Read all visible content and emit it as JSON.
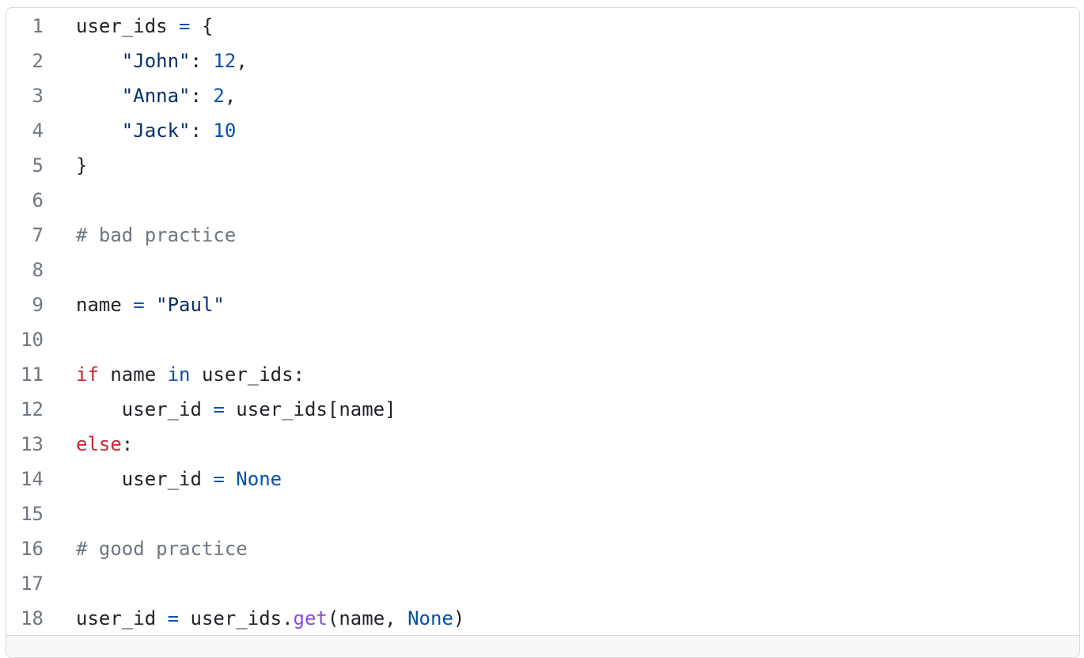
{
  "code": {
    "language": "python",
    "lines": [
      {
        "n": "1",
        "tokens": [
          [
            "plain",
            "user_ids "
          ],
          [
            "op",
            "="
          ],
          [
            "plain",
            " {"
          ]
        ]
      },
      {
        "n": "2",
        "tokens": [
          [
            "plain",
            "    "
          ],
          [
            "str",
            "\"John\""
          ],
          [
            "plain",
            ": "
          ],
          [
            "num",
            "12"
          ],
          [
            "plain",
            ","
          ]
        ]
      },
      {
        "n": "3",
        "tokens": [
          [
            "plain",
            "    "
          ],
          [
            "str",
            "\"Anna\""
          ],
          [
            "plain",
            ": "
          ],
          [
            "num",
            "2"
          ],
          [
            "plain",
            ","
          ]
        ]
      },
      {
        "n": "4",
        "tokens": [
          [
            "plain",
            "    "
          ],
          [
            "str",
            "\"Jack\""
          ],
          [
            "plain",
            ": "
          ],
          [
            "num",
            "10"
          ]
        ]
      },
      {
        "n": "5",
        "tokens": [
          [
            "plain",
            "}"
          ]
        ]
      },
      {
        "n": "6",
        "tokens": []
      },
      {
        "n": "7",
        "tokens": [
          [
            "com",
            "# bad practice"
          ]
        ]
      },
      {
        "n": "8",
        "tokens": []
      },
      {
        "n": "9",
        "tokens": [
          [
            "plain",
            "name "
          ],
          [
            "op",
            "="
          ],
          [
            "plain",
            " "
          ],
          [
            "str",
            "\"Paul\""
          ]
        ]
      },
      {
        "n": "10",
        "tokens": []
      },
      {
        "n": "11",
        "tokens": [
          [
            "kw",
            "if"
          ],
          [
            "plain",
            " name "
          ],
          [
            "kw2",
            "in"
          ],
          [
            "plain",
            " user_ids:"
          ]
        ]
      },
      {
        "n": "12",
        "tokens": [
          [
            "plain",
            "    user_id "
          ],
          [
            "op",
            "="
          ],
          [
            "plain",
            " user_ids[name]"
          ]
        ]
      },
      {
        "n": "13",
        "tokens": [
          [
            "kw",
            "else"
          ],
          [
            "plain",
            ":"
          ]
        ]
      },
      {
        "n": "14",
        "tokens": [
          [
            "plain",
            "    user_id "
          ],
          [
            "op",
            "="
          ],
          [
            "plain",
            " "
          ],
          [
            "const",
            "None"
          ]
        ]
      },
      {
        "n": "15",
        "tokens": []
      },
      {
        "n": "16",
        "tokens": [
          [
            "com",
            "# good practice"
          ]
        ]
      },
      {
        "n": "17",
        "tokens": []
      },
      {
        "n": "18",
        "tokens": [
          [
            "plain",
            "user_id "
          ],
          [
            "op",
            "="
          ],
          [
            "plain",
            " user_ids."
          ],
          [
            "fn",
            "get"
          ],
          [
            "plain",
            "(name, "
          ],
          [
            "const",
            "None"
          ],
          [
            "plain",
            ")"
          ]
        ]
      }
    ]
  }
}
